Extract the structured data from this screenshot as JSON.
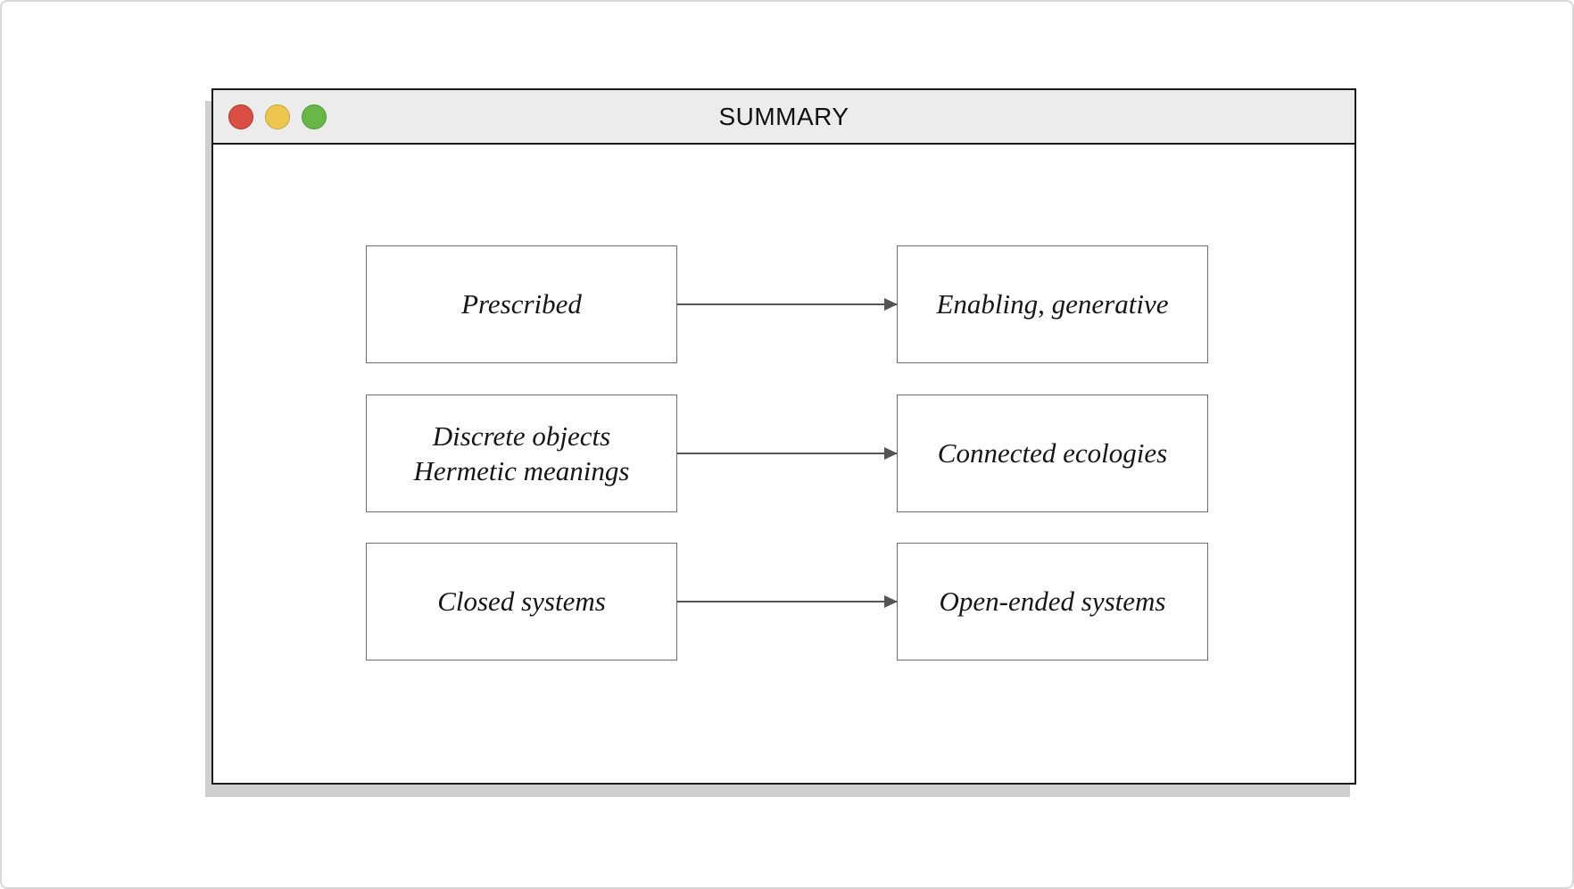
{
  "window": {
    "title": "SUMMARY",
    "controls": [
      {
        "name": "close",
        "fill": "#da4f43",
        "border": "#b0392e"
      },
      {
        "name": "minimize",
        "fill": "#edc64e",
        "border": "#c7a33c"
      },
      {
        "name": "zoom",
        "fill": "#68b648",
        "border": "#549a38"
      }
    ]
  },
  "diagram": {
    "rows": [
      {
        "from": {
          "lines": [
            "Prescribed"
          ]
        },
        "to": {
          "lines": [
            "Enabling, generative"
          ]
        }
      },
      {
        "from": {
          "lines": [
            "Discrete objects",
            "Hermetic meanings"
          ]
        },
        "to": {
          "lines": [
            "Connected ecologies"
          ]
        }
      },
      {
        "from": {
          "lines": [
            "Closed systems"
          ]
        },
        "to": {
          "lines": [
            "Open-ended systems"
          ]
        }
      }
    ],
    "colors": {
      "box_border": "#6e6e6e",
      "arrow": "#555555",
      "text": "#161616",
      "titlebar_bg": "#ececec",
      "window_border": "#191919",
      "shadow": "#cfcfcf"
    }
  }
}
